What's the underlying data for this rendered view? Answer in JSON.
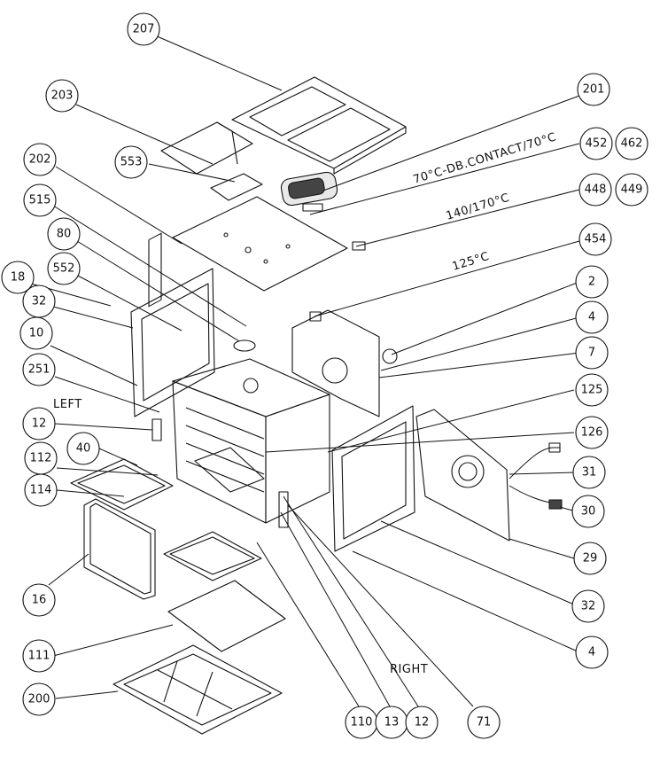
{
  "labels": {
    "left": "LEFT",
    "right": "RIGHT",
    "temp_70": "70°C-DB.CONTACT/70°C",
    "temp_140": "140/170°C",
    "temp_125": "125°C"
  },
  "callouts": {
    "c207": "207",
    "c201": "201",
    "c203": "203",
    "c452": "452",
    "c462": "462",
    "c202": "202",
    "c553": "553",
    "c448": "448",
    "c449": "449",
    "c515": "515",
    "c454": "454",
    "c80": "80",
    "c552": "552",
    "c18": "18",
    "c2": "2",
    "c32a": "32",
    "c4a": "4",
    "c10": "10",
    "c7": "7",
    "c251": "251",
    "c125": "125",
    "c12a": "12",
    "c126": "126",
    "c40": "40",
    "c112": "112",
    "c31": "31",
    "c114": "114",
    "c30": "30",
    "c16": "16",
    "c29": "29",
    "c32b": "32",
    "c111": "111",
    "c4b": "4",
    "c200": "200",
    "c110": "110",
    "c13": "13",
    "c12b": "12",
    "c71": "71"
  }
}
